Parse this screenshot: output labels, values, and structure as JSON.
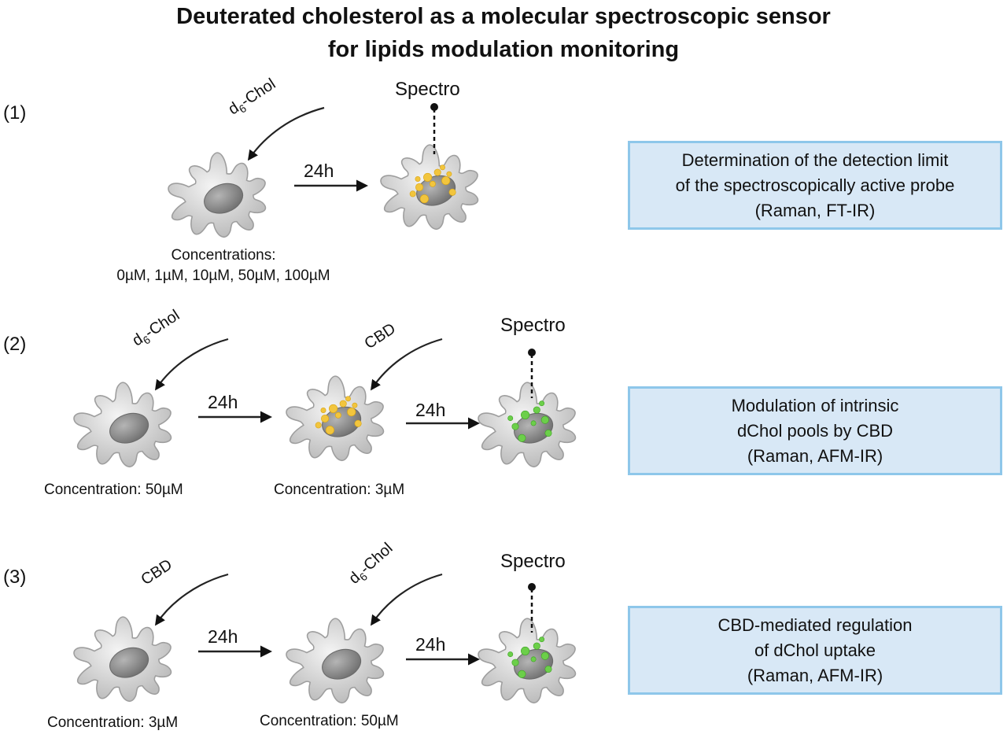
{
  "title": {
    "line1": "Deuterated cholesterol as a molecular spectroscopic sensor",
    "line2": "for lipids modulation monitoring"
  },
  "rows": [
    {
      "number": "(1)",
      "steps": [
        {
          "reagent": "d",
          "reagent_sub": "6",
          "reagent_rest": "-Chol",
          "concentration_line1": "Concentrations:",
          "concentration_line2": "0µM, 1µM, 10µM, 50µM, 100µM"
        }
      ],
      "incubation": [
        "24h"
      ],
      "spectro": "Spectro",
      "result_lines": [
        "Determination of the detection limit",
        "of the spectroscopically active probe",
        "(Raman, FT-IR)"
      ],
      "droplet_color": "#f2c53d"
    },
    {
      "number": "(2)",
      "steps": [
        {
          "reagent": "d",
          "reagent_sub": "6",
          "reagent_rest": "-Chol",
          "concentration": "Concentration: 50µM"
        },
        {
          "reagent": "CBD",
          "concentration": "Concentration: 3µM"
        }
      ],
      "incubation": [
        "24h",
        "24h"
      ],
      "spectro": "Spectro",
      "result_lines": [
        "Modulation of intrinsic",
        "dChol pools by CBD",
        "(Raman, AFM-IR)"
      ],
      "droplet_color": "#f2c53d",
      "final_droplet_color": "#6ccf4a"
    },
    {
      "number": "(3)",
      "steps": [
        {
          "reagent": "CBD",
          "concentration": "Concentration: 3µM"
        },
        {
          "reagent": "d",
          "reagent_sub": "6",
          "reagent_rest": "-Chol",
          "concentration": "Concentration: 50µM"
        }
      ],
      "incubation": [
        "24h",
        "24h"
      ],
      "spectro": "Spectro",
      "result_lines": [
        "CBD-mediated regulation",
        "of dChol uptake",
        "(Raman, AFM-IR)"
      ],
      "final_droplet_color": "#6ccf4a"
    }
  ],
  "colors": {
    "box_fill": "#d8e8f6",
    "box_border": "#8ec7ea",
    "cell_fill": "#d9d9d9",
    "nucleus_fill": "#8f8f8f"
  }
}
